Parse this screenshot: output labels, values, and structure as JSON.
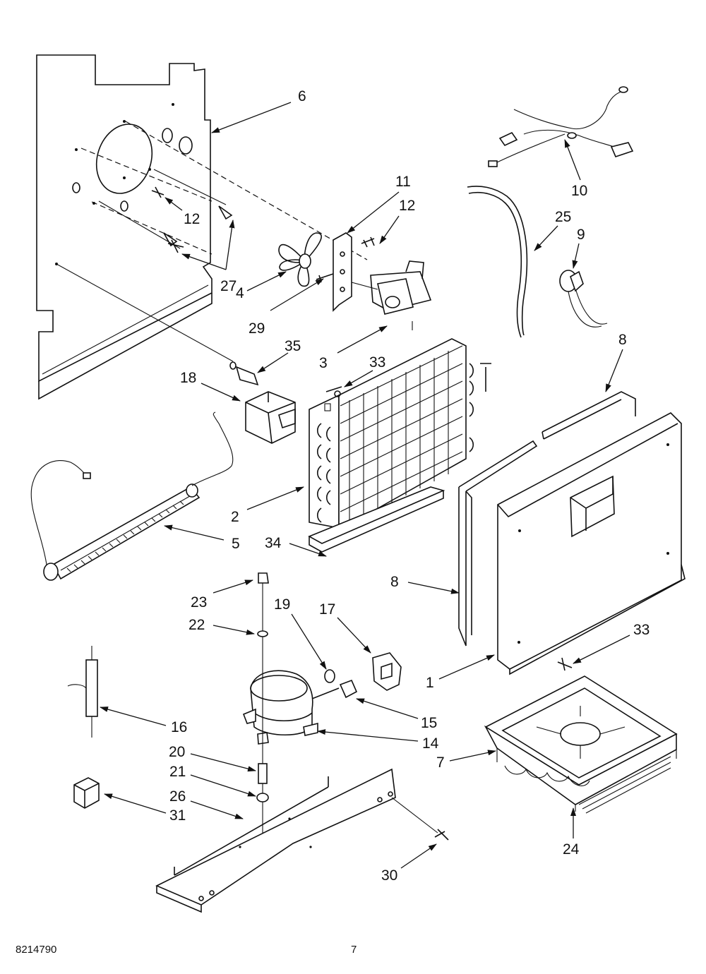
{
  "footer": {
    "part_number": "8214790",
    "page_number": "7"
  },
  "callouts": [
    {
      "id": "c6",
      "text": "6"
    },
    {
      "id": "c12a",
      "text": "12"
    },
    {
      "id": "c27",
      "text": "27"
    },
    {
      "id": "c11",
      "text": "11"
    },
    {
      "id": "c12b",
      "text": "12"
    },
    {
      "id": "c4",
      "text": "4"
    },
    {
      "id": "c29",
      "text": "29"
    },
    {
      "id": "c3",
      "text": "3"
    },
    {
      "id": "c10",
      "text": "10"
    },
    {
      "id": "c25",
      "text": "25"
    },
    {
      "id": "c9",
      "text": "9"
    },
    {
      "id": "c8a",
      "text": "8"
    },
    {
      "id": "c35",
      "text": "35"
    },
    {
      "id": "c33a",
      "text": "33"
    },
    {
      "id": "c18",
      "text": "18"
    },
    {
      "id": "c2",
      "text": "2"
    },
    {
      "id": "c5",
      "text": "5"
    },
    {
      "id": "c34",
      "text": "34"
    },
    {
      "id": "c8b",
      "text": "8"
    },
    {
      "id": "c23",
      "text": "23"
    },
    {
      "id": "c19",
      "text": "19"
    },
    {
      "id": "c17",
      "text": "17"
    },
    {
      "id": "c22",
      "text": "22"
    },
    {
      "id": "c33b",
      "text": "33"
    },
    {
      "id": "c1",
      "text": "1"
    },
    {
      "id": "c16",
      "text": "16"
    },
    {
      "id": "c15",
      "text": "15"
    },
    {
      "id": "c14",
      "text": "14"
    },
    {
      "id": "c20",
      "text": "20"
    },
    {
      "id": "c7",
      "text": "7"
    },
    {
      "id": "c21",
      "text": "21"
    },
    {
      "id": "c26",
      "text": "26"
    },
    {
      "id": "c31",
      "text": "31"
    },
    {
      "id": "c24",
      "text": "24"
    },
    {
      "id": "c30",
      "text": "30"
    }
  ]
}
